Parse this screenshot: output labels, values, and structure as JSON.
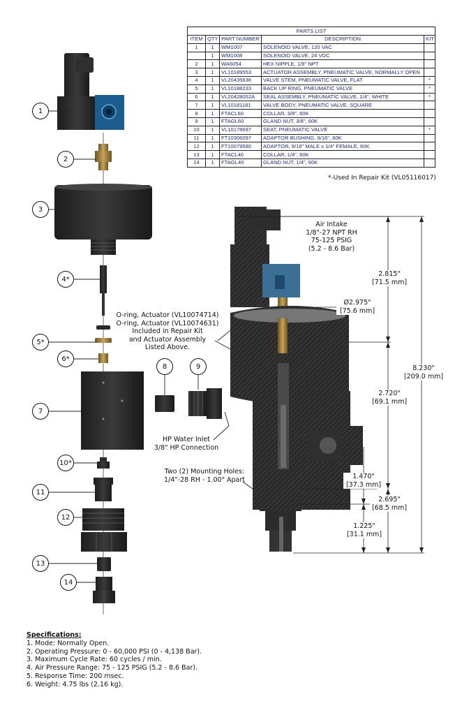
{
  "parts_list": {
    "title": "PARTS LIST",
    "headers": [
      "ITEM",
      "QTY",
      "PART NUMBER",
      "DESCRIPTION",
      "KIT"
    ],
    "rows": [
      [
        "1",
        "1",
        "WM1007",
        "SOLENOID VALVE, 120 VAC",
        ""
      ],
      [
        "",
        "1",
        "WM1008",
        "SOLENOID VALVE, 24 VDC",
        ""
      ],
      [
        "2",
        "1",
        "WA6054",
        "HEX NIPPLE, 1/8\" NPT",
        ""
      ],
      [
        "3",
        "1",
        "VL10189553",
        "ACTUATOR ASSEMBLY, PNEUMATIC VALVE, NORMALLY OPEN",
        ""
      ],
      [
        "4",
        "1",
        "VL20435636",
        "VALVE STEM, PNEUMATIC VALVE, FLAT",
        "*"
      ],
      [
        "5",
        "1",
        "VL10188233",
        "BACK UP RING, PNEUMATIC VALVE",
        "*"
      ],
      [
        "6",
        "1",
        "VL20428052A",
        "SEAL ASSEMBLY, PNEUMATIC VALVE, 1/4\", WHITE",
        "*"
      ],
      [
        "7",
        "1",
        "VL10181181",
        "VALVE BODY, PNEUMATIC VALVE, SQUARE",
        ""
      ],
      [
        "8",
        "1",
        "FTACL60",
        "COLLAR, 3/8\", 60K",
        ""
      ],
      [
        "9",
        "1",
        "FTAGL60",
        "GLAND NUT, 3/8\", 60K",
        ""
      ],
      [
        "10",
        "1",
        "VL10178697",
        "SEAT, PNEUMATIC VALVE",
        "*"
      ],
      [
        "11",
        "1",
        "FT10306097",
        "ADAPTOR BUSHING, 9/16\", 60K",
        ""
      ],
      [
        "12",
        "1",
        "FT10079580",
        "ADAPTOR, 9/16\" MALE x 1/4\" FEMALE, 60K",
        ""
      ],
      [
        "13",
        "1",
        "FTACL40",
        "COLLAR, 1/4\", 60K",
        ""
      ],
      [
        "14",
        "1",
        "FTAGL40",
        "GLAND NUT, 1/4\", 60K",
        ""
      ]
    ],
    "repair_note": "*-Used In Repair Kit (VL05116017)"
  },
  "callouts": [
    "1",
    "2",
    "3",
    "4*",
    "5*",
    "6*",
    "7",
    "8",
    "9",
    "10*",
    "11",
    "12",
    "13",
    "14"
  ],
  "annotations": {
    "air_intake": [
      "Air Intake",
      "1/8\"-27 NPT RH",
      "75-125 PSIG",
      "(5.2 - 8.6 Bar)"
    ],
    "oring": [
      "O-ring, Actuator (VL10074714)",
      "O-ring, Actuator (VL10074631)",
      "Included in Repair Kit",
      "and Actuator Assembly",
      "Listed Above."
    ],
    "hp_inlet": [
      "HP Water Inlet",
      "3/8\" HP Connection"
    ],
    "mounting": [
      "Two (2) Mounting Holes:",
      "1/4\"-28 RH - 1.00\" Apart"
    ]
  },
  "dimensions": {
    "d1": [
      "2.815\"",
      "[71.5 mm]"
    ],
    "d2": [
      "Ø2.975\"",
      "[75.6 mm]"
    ],
    "d3": [
      "8.230\"",
      "[209.0 mm]"
    ],
    "d4": [
      "2.720\"",
      "[69.1 mm]"
    ],
    "d5": [
      "1.470\"",
      "[37.3 mm]"
    ],
    "d6": [
      "2.695\"",
      "[68.5 mm]"
    ],
    "d7": [
      "1.225\"",
      "[31.1 mm]"
    ]
  },
  "specifications": {
    "heading": "Specifications:",
    "items": [
      "1. Mode: Normally Open.",
      "2. Operating Pressure: 0 - 60,000 PSI (0 - 4,138 Bar).",
      "3. Maximum Cycle Rate: 60 cycles / min.",
      "4. Air Pressure Range: 75 - 125 PSIG (5.2 - 8.6 Bar).",
      "5. Response Time: 200 msec.",
      "6. Weight: 4.75 lbs (2.16 kg)."
    ]
  },
  "colors": {
    "part_dark": "#2b2b2b",
    "solenoid_blue": "#1c5d8f",
    "brass": "#9a7a3a",
    "table_text": "#1e2a8a"
  }
}
